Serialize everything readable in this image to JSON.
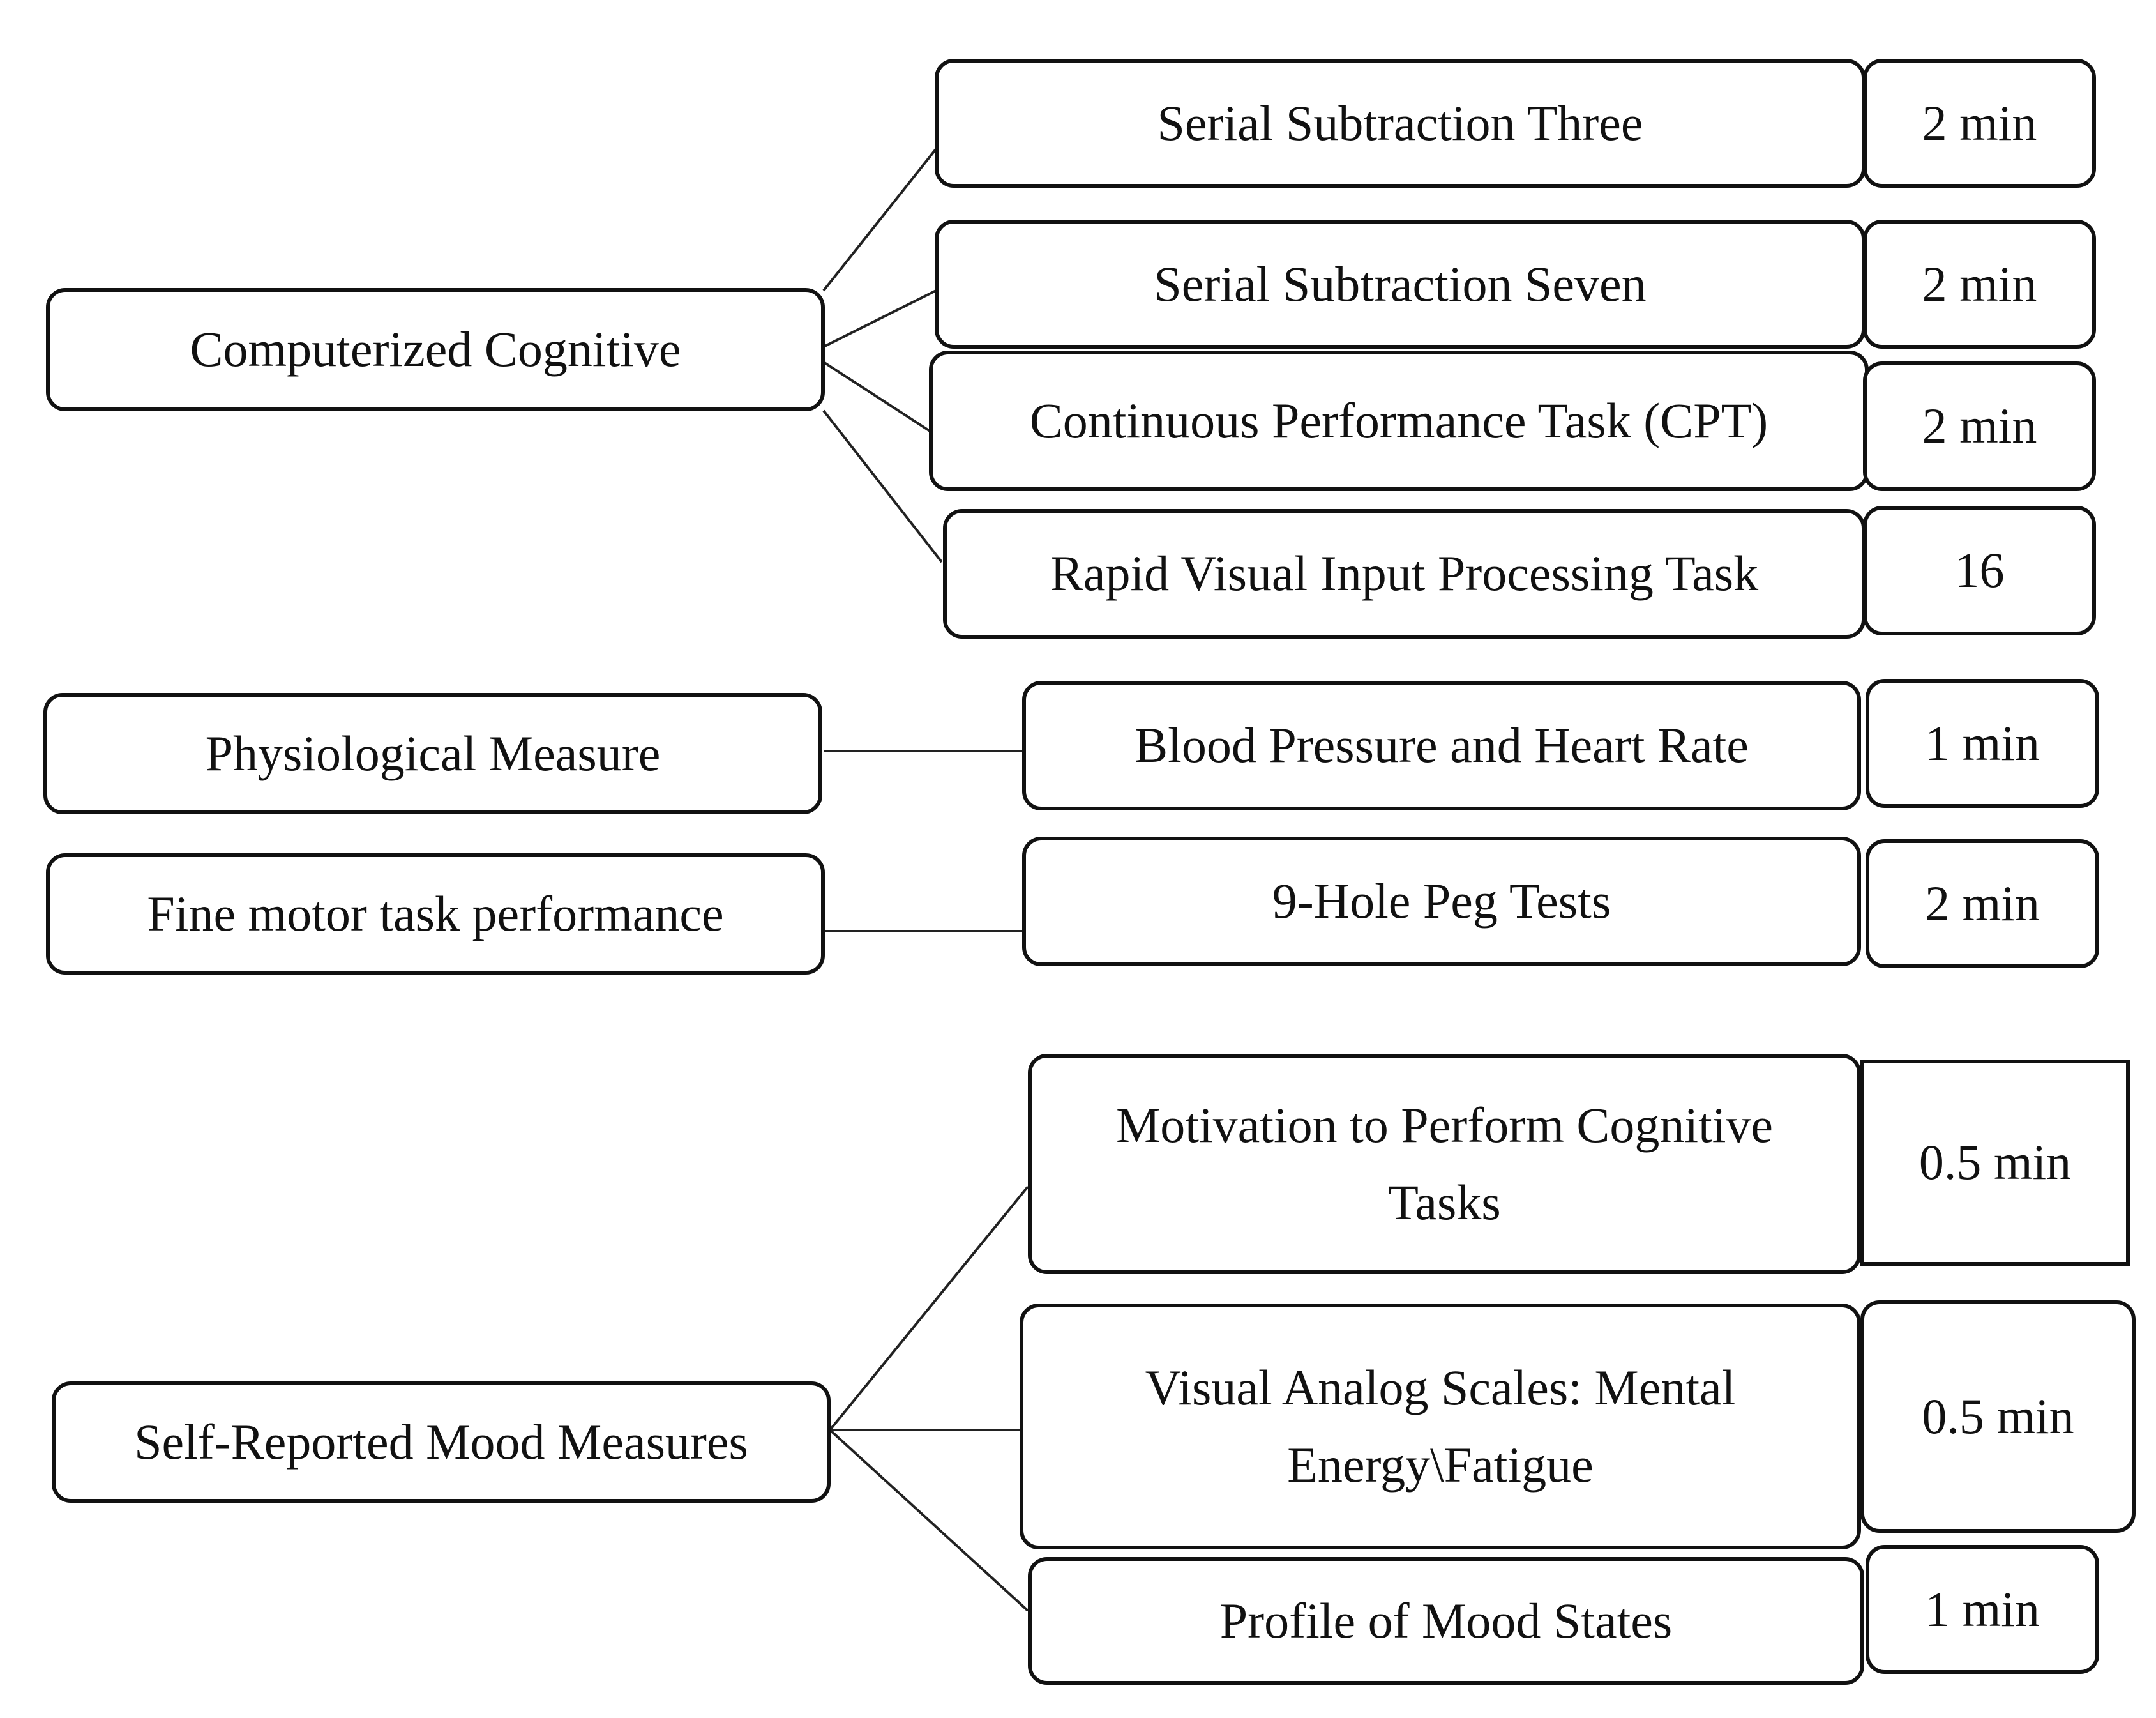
{
  "categories": {
    "cognitive": "Computerized Cognitive",
    "physiological": "Physiological Measure",
    "fine_motor": "Fine motor task performance",
    "mood": "Self-Reported Mood Measures"
  },
  "tasks": {
    "serial_three": {
      "label": "Serial Subtraction Three",
      "duration": "2 min"
    },
    "serial_seven": {
      "label": "Serial Subtraction Seven",
      "duration": "2 min"
    },
    "cpt": {
      "label": "Continuous Performance Task (CPT)",
      "duration": "2 min"
    },
    "rvip": {
      "label": "Rapid Visual Input Processing Task",
      "duration": "16"
    },
    "bp_hr": {
      "label": "Blood Pressure and Heart Rate",
      "duration": "1 min"
    },
    "peg": {
      "label": "9-Hole Peg Tests",
      "duration": "2 min"
    },
    "motivation": {
      "label": "Motivation to Perform Cognitive Tasks",
      "duration": "0.5 min"
    },
    "vas": {
      "label": "Visual Analog Scales: Mental Energy\\Fatigue",
      "duration": "0.5 min"
    },
    "poms": {
      "label": "Profile of Mood States",
      "duration": "1 min"
    }
  }
}
